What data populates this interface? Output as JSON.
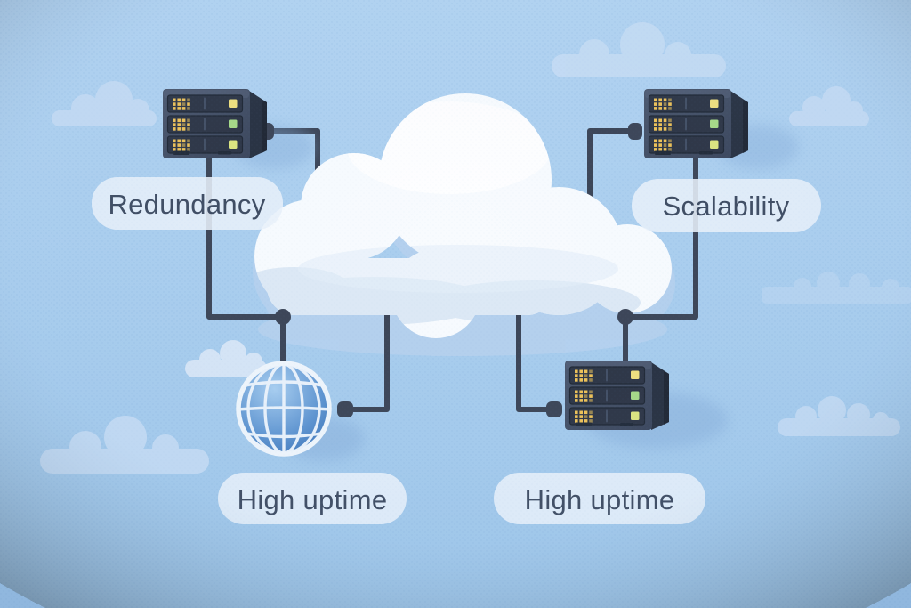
{
  "scene": {
    "description": "Cloud computing benefits diagram: three server racks and a globe connected to a central cloud",
    "labels": {
      "redundancy": "Redundancy",
      "scalability": "Scalability",
      "uptime_left": "High uptime",
      "uptime_right": "High uptime"
    },
    "icons": [
      {
        "name": "server-rack-icon-top-left",
        "meaning": "server rack"
      },
      {
        "name": "server-rack-icon-top-right",
        "meaning": "server rack"
      },
      {
        "name": "server-rack-icon-bottom",
        "meaning": "server rack"
      },
      {
        "name": "globe-icon",
        "meaning": "internet / network globe"
      },
      {
        "name": "cloud-icon",
        "meaning": "cloud platform"
      }
    ],
    "colors": {
      "sky_top": "#b2d3f1",
      "sky_bottom": "#9fc7ea",
      "bg_cloud": "#c6dcf4",
      "cloud_white": "#f8fbfe",
      "cloud_under_shadow": "#b6d1ee",
      "cloud_shading": "#dde9f5",
      "line": "#3a4355",
      "server_face_light": "#4a566c",
      "server_face_dark": "#39445a",
      "server_side": "#262f3f",
      "bay": "#2b3343",
      "led_bright": "#eec155",
      "led_dim": "#97834f",
      "indicator_yellow": "#f0e07c",
      "indicator_green": "#a6da85",
      "indicator_lime": "#dde67d",
      "globe_light": "#a8cef0",
      "globe_mid": "#5e94d0",
      "globe_dark": "#2e67ae",
      "globe_grid": "#eaf2fb",
      "pill_fill": "#e9f1fa",
      "pill_text": "#3d4a60"
    }
  }
}
